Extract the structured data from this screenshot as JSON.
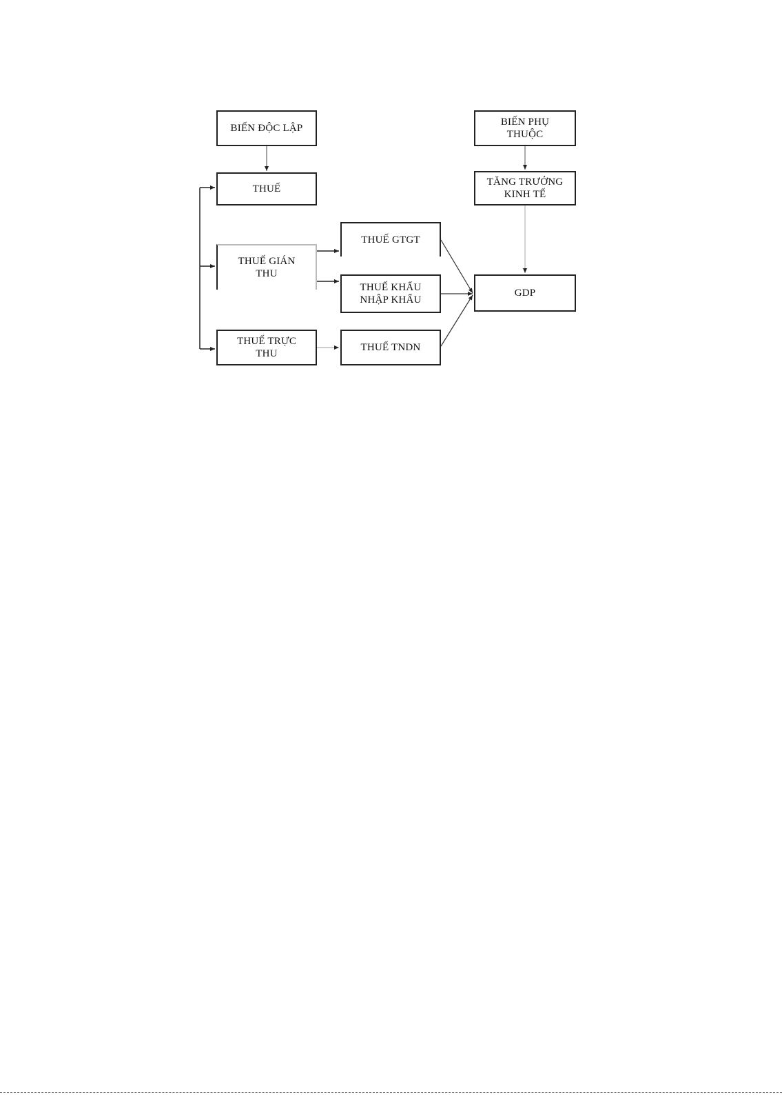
{
  "diagram": {
    "boxes": {
      "bien_doc_lap": "BIẾN ĐỘC LẬP",
      "thue": "THUẾ",
      "thue_gian_thu": [
        "THUẾ GIÁN",
        "THU"
      ],
      "thue_truc_thu": [
        "THUẾ TRỰC",
        "THU"
      ],
      "thue_gtgt": "THUẾ GTGT",
      "thue_khau": [
        "THUẾ KHẨU",
        "NHẬP KHẨU"
      ],
      "thue_tndn": "THUẾ TNDN",
      "bien_phu_thuoc": [
        "BIẾN PHỤ",
        "THUỘC"
      ],
      "tang_truong": [
        "TĂNG TRƯỞNG",
        "KINH TẾ"
      ],
      "gdp": "GDP"
    },
    "colors": {
      "line": "#222222",
      "light_line": "#bbbbbb"
    }
  }
}
